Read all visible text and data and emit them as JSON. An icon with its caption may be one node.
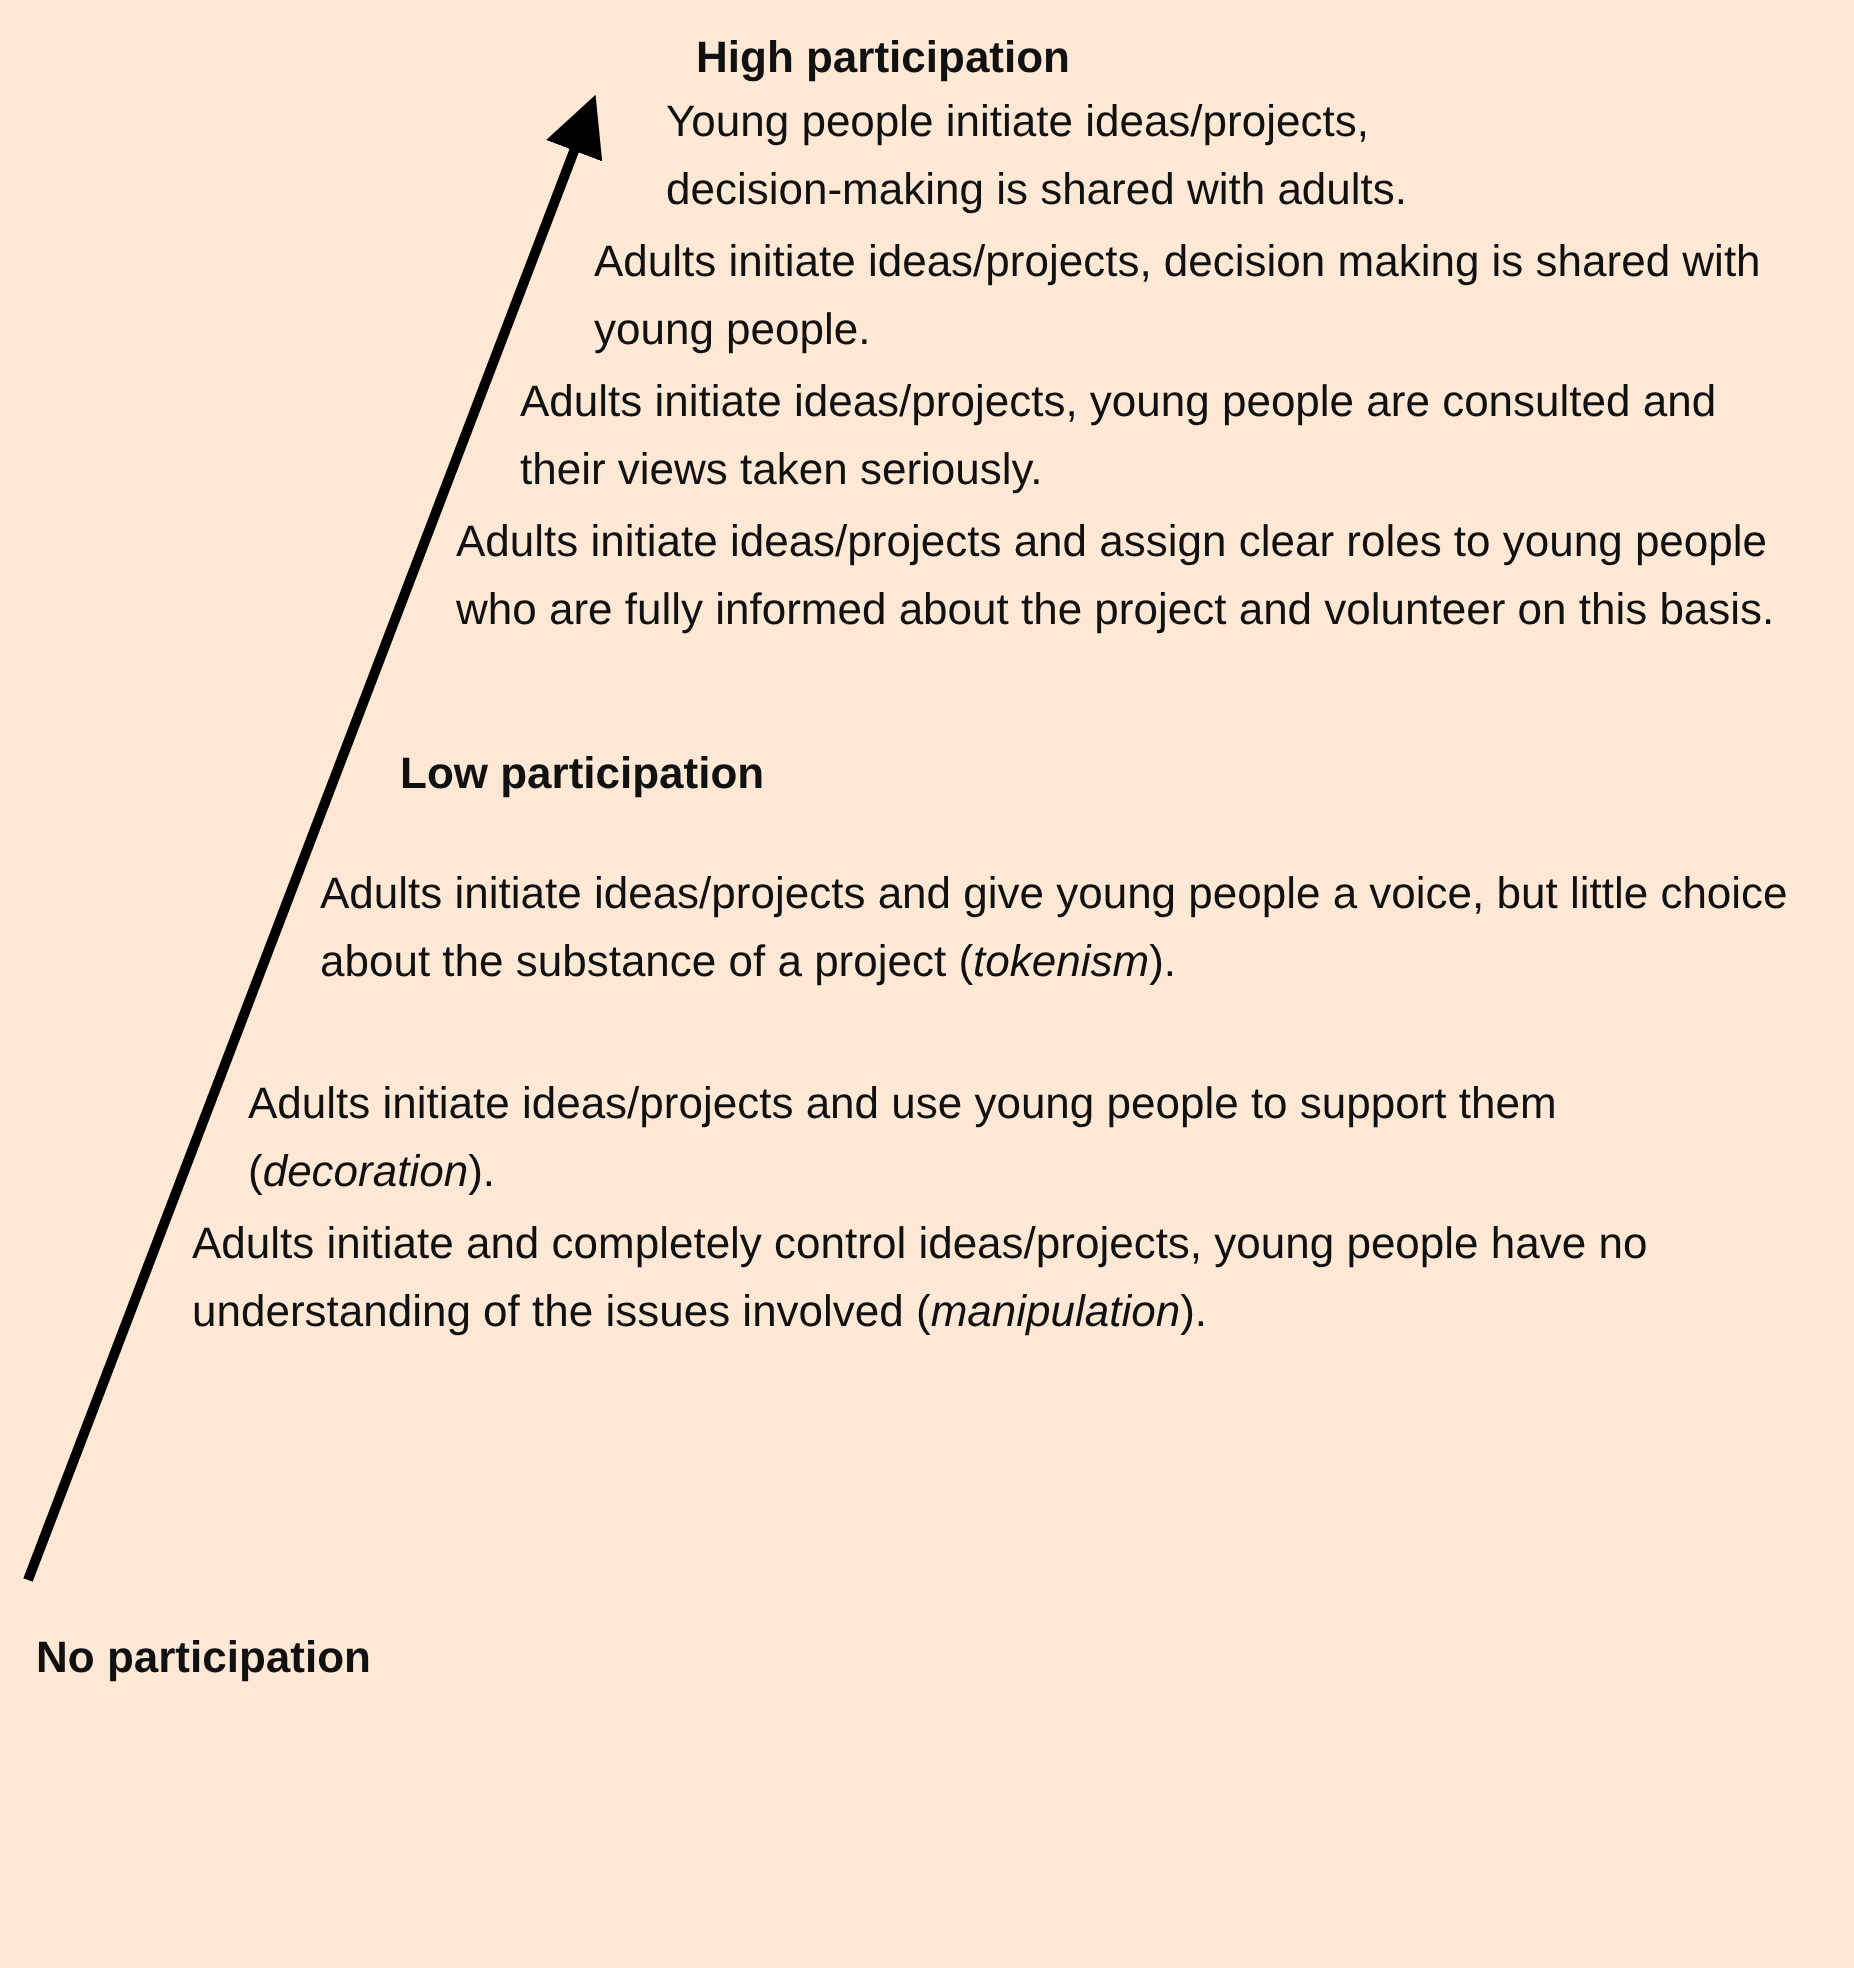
{
  "diagram": {
    "labels": [
      "High participation",
      "Young people initiate ideas/projects, decision-making is shared with adults.",
      "Adults initiate ideas/projects, decision making is shared with young people.",
      "Adults initiate ideas/projects, young people are consulted and their views taken seriously.",
      "Adults initiate ideas/projects and assign clear roles to young people who are fully informed about the project and volunteer on this basis.",
      "Low participation",
      "Adults initiate ideas/projects and give young people a voice, but little choice about the substance of a project (*tokenism*).",
      "Adults initiate ideas/projects and use young people to support them (*decoration*).",
      "Adults initiate and completely control ideas/projects, young people have no understanding of the issues involved (*manipulation*).",
      "No participation"
    ]
  }
}
